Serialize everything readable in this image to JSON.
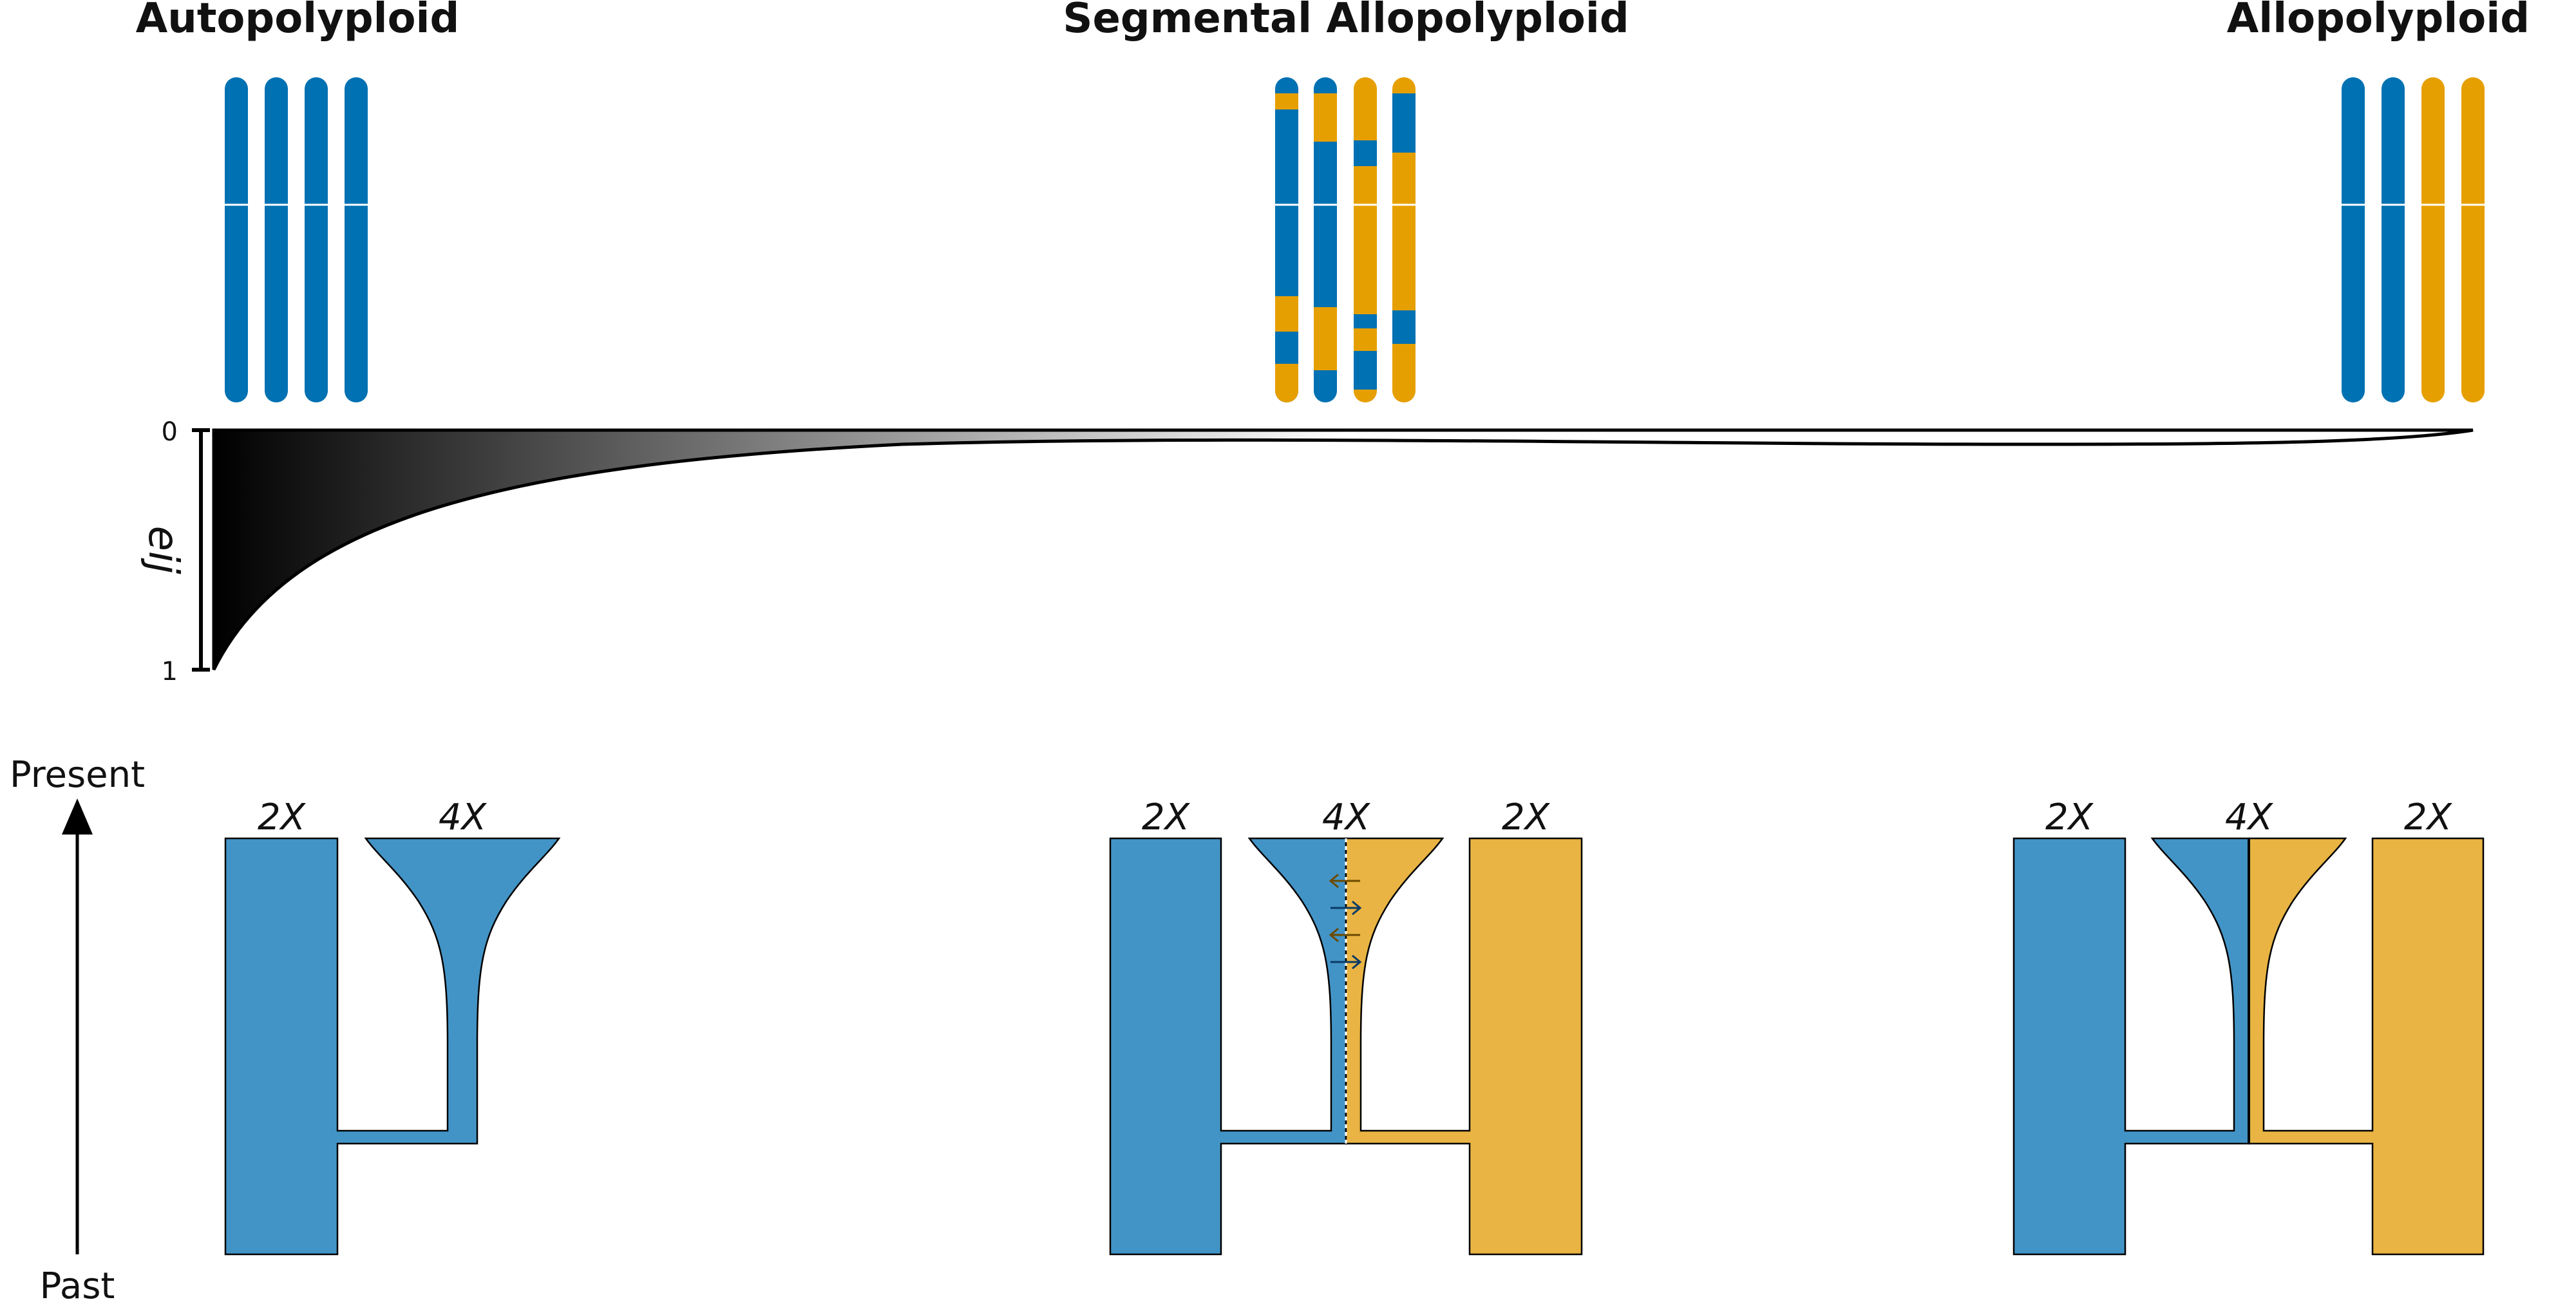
{
  "panels": {
    "left_title": "Autopolyploid",
    "middle_title": "Segmental Allopolyploid",
    "right_title": "Allopolyploid"
  },
  "gradient_axis": {
    "label": "eij",
    "tick_top": "0",
    "tick_bottom": "1"
  },
  "time_axis": {
    "top_label": "Present",
    "bottom_label": "Past"
  },
  "ploidy_labels": {
    "diploid": "2X",
    "tetraploid": "4X"
  },
  "colors": {
    "chromosome_blue": "#0071b2",
    "chromosome_orange": "#e69f00",
    "lineage_blue": "#4394c6",
    "lineage_orange": "#e9b443",
    "gradient_dark": "#000000",
    "gradient_light": "#ffffff"
  }
}
